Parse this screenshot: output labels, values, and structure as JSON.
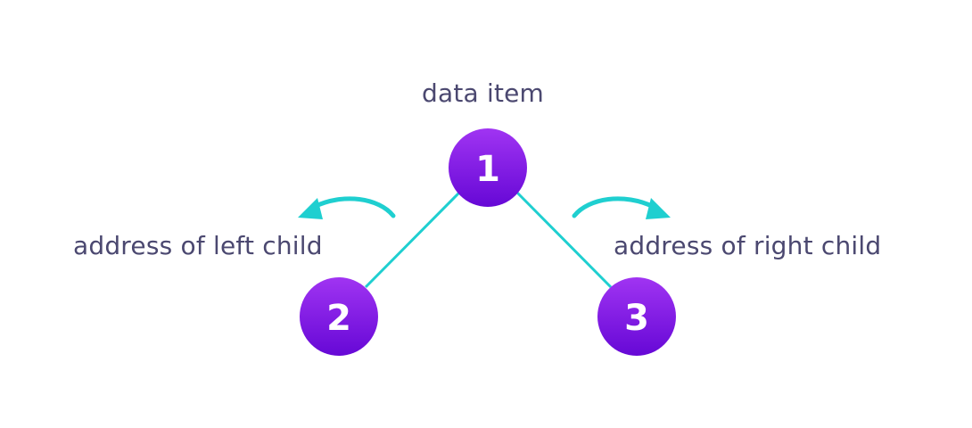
{
  "labels": {
    "data_item": "data item",
    "left_child": "address of left child",
    "right_child": "address of right child"
  },
  "nodes": [
    {
      "id": "root",
      "label": "1"
    },
    {
      "id": "left",
      "label": "2"
    },
    {
      "id": "right",
      "label": "3"
    }
  ],
  "colors": {
    "node_top": "#9b2ff0",
    "node_bottom": "#6a08d8",
    "edge": "#1fcfd0",
    "text": "#4b4870"
  }
}
